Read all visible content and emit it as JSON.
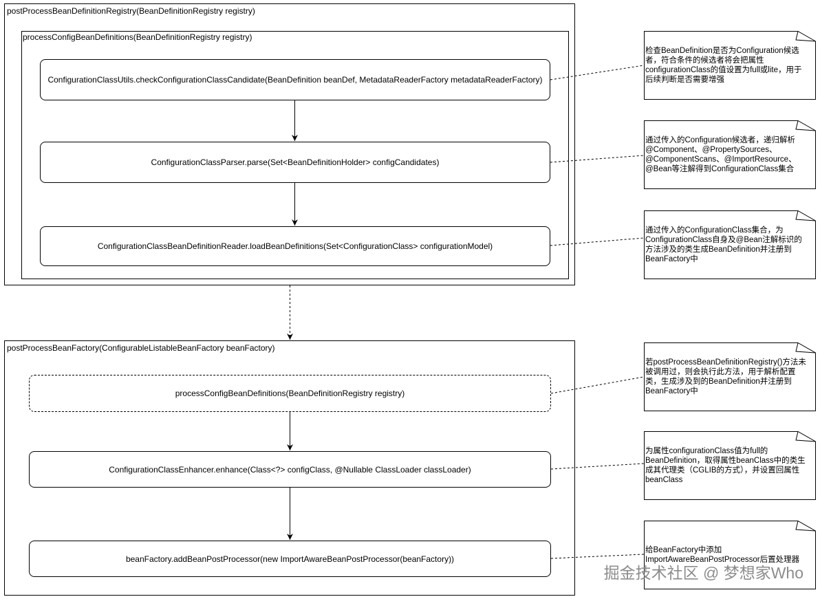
{
  "colors": {
    "stroke": "#000000",
    "background": "#ffffff",
    "watermark": "#808080"
  },
  "phase1": {
    "title": "postProcessBeanDefinitionRegistry(BeanDefinitionRegistry registry)",
    "subframe": {
      "title": "processConfigBeanDefinitions(BeanDefinitionRegistry registry)",
      "steps": [
        {
          "label": "ConfigurationClassUtils.checkConfigurationClassCandidate(BeanDefinition beanDef, MetadataReaderFactory metadataReaderFactory)"
        },
        {
          "label": "ConfigurationClassParser.parse(Set<BeanDefinitionHolder> configCandidates)"
        },
        {
          "label": "ConfigurationClassBeanDefinitionReader.loadBeanDefinitions(Set<ConfigurationClass> configurationModel)"
        }
      ]
    }
  },
  "phase2": {
    "title": "postProcessBeanFactory(ConfigurableListableBeanFactory beanFactory)",
    "steps": [
      {
        "label": "processConfigBeanDefinitions(BeanDefinitionRegistry registry)"
      },
      {
        "label": "ConfigurationClassEnhancer.enhance(Class<?> configClass, @Nullable ClassLoader classLoader)"
      },
      {
        "label": "beanFactory.addBeanPostProcessor(new ImportAwareBeanPostProcessor(beanFactory))"
      }
    ]
  },
  "notes": [
    {
      "lines": [
        "检查BeanDefinition是否为Configuration候选",
        "者，符合条件的候选者将会把属性",
        "configurationClass的值设置为full或lite，用于",
        "后续判断是否需要增强"
      ]
    },
    {
      "lines": [
        "通过传入的Configuration候选者，递归解析",
        "@Component、@PropertySources、",
        "@ComponentScans、@ImportResource、",
        "@Bean等注解得到ConfigurationClass集合"
      ]
    },
    {
      "lines": [
        "通过传入的ConfigurationClass集合，为",
        "ConfigurationClass自身及@Bean注解标识的",
        "方法涉及的类生成BeanDefinition并注册到",
        "BeanFactory中"
      ]
    },
    {
      "lines": [
        "若postProcessBeanDefinitionRegistry()方法未",
        "被调用过，则会执行此方法，用于解析配置",
        "类，生成涉及到的BeanDefinition并注册到",
        "BeanFactory中"
      ]
    },
    {
      "lines": [
        "为属性configurationClass值为full的",
        "BeanDefinition，取得属性beanClass中的类生",
        "成其代理类（CGLIB的方式），并设置回属性",
        "beanClass"
      ]
    },
    {
      "lines": [
        "给BeanFactory中添加",
        "ImportAwareBeanPostProcessor后置处理器"
      ]
    }
  ],
  "watermark": "掘金技术社区 @ 梦想家Who"
}
